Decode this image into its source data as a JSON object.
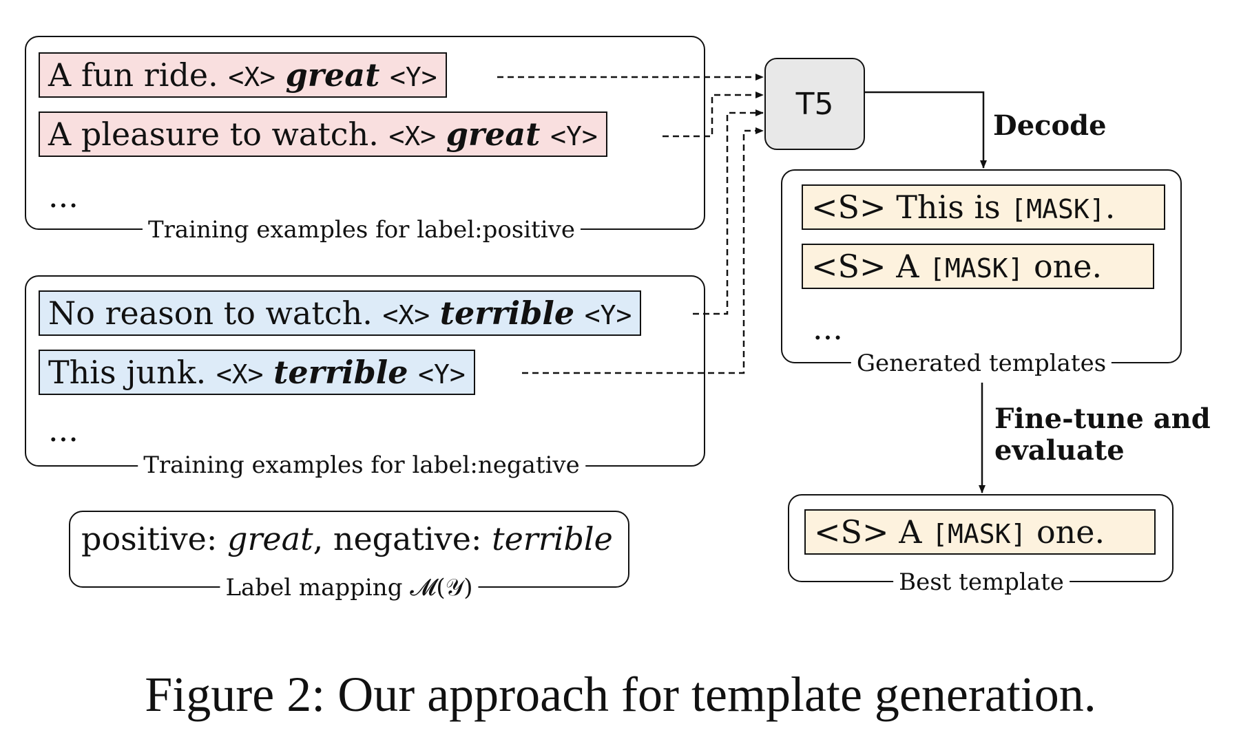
{
  "positive_group": {
    "title": "Training examples for label:positive",
    "examples": [
      {
        "text": "A fun ride.",
        "x_tag": "<X>",
        "label_word": "great",
        "y_tag": "<Y>"
      },
      {
        "text": "A pleasure to watch.",
        "x_tag": "<X>",
        "label_word": "great",
        "y_tag": "<Y>"
      }
    ],
    "ellipsis": "..."
  },
  "negative_group": {
    "title": "Training examples for label:negative",
    "examples": [
      {
        "text": "No reason to watch.",
        "x_tag": "<X>",
        "label_word": "terrible",
        "y_tag": "<Y>"
      },
      {
        "text": "This junk.",
        "x_tag": "<X>",
        "label_word": "terrible",
        "y_tag": "<Y>"
      }
    ],
    "ellipsis": "..."
  },
  "label_mapping": {
    "pos_label": "positive:",
    "pos_word": "great",
    "separator": ",",
    "neg_label": "negative:",
    "neg_word": "terrible",
    "title": "Label mapping 𝓜(𝒴)"
  },
  "model": {
    "name": "T5"
  },
  "steps": {
    "decode": "Decode",
    "finetune_line1": "Fine-tune and",
    "finetune_line2": "evaluate"
  },
  "generated_templates": {
    "title": "Generated templates",
    "items": [
      {
        "prefix": "<S> This is",
        "mask": "[MASK]",
        "suffix": "."
      },
      {
        "prefix": "<S> A",
        "mask": "[MASK]",
        "suffix": "one."
      }
    ],
    "ellipsis": "..."
  },
  "best_template": {
    "title": "Best template",
    "prefix": "<S> A",
    "mask": "[MASK]",
    "suffix": "one."
  },
  "caption": "Figure 2: Our approach for template generation."
}
